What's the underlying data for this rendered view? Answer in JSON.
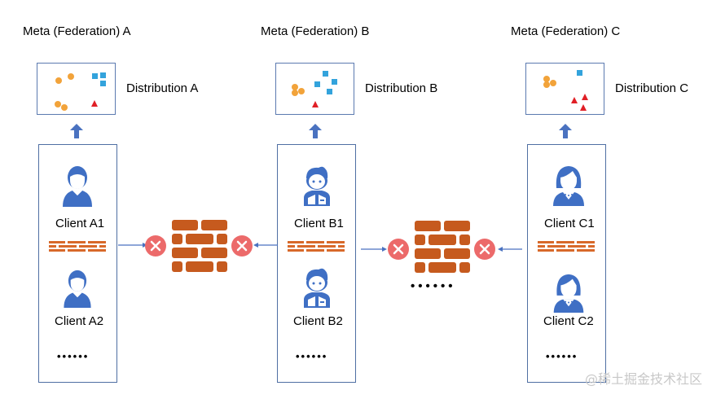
{
  "colors": {
    "box_border": "#4f6fa3",
    "arrow_blue": "#4a72c0",
    "person_blue": "#3f6fc4",
    "brick": "#c65a1e",
    "blocked_red": "#ec6a6a",
    "orange_dot": "#f2a33a",
    "blue_square": "#33a3dc",
    "red_triangle": "#e01f26"
  },
  "federations": [
    {
      "title": "Meta (Federation) A",
      "distribution_label": "Distribution A",
      "clients": [
        "Client A1",
        "Client A2"
      ],
      "more": "••••••",
      "avatar": "male-user-icon"
    },
    {
      "title": "Meta (Federation) B",
      "distribution_label": "Distribution B",
      "clients": [
        "Client B1",
        "Client B2"
      ],
      "more": "••••••",
      "avatar": "boy-user-icon"
    },
    {
      "title": "Meta (Federation) C",
      "distribution_label": "Distribution C",
      "clients": [
        "Client C1",
        "Client C2"
      ],
      "more": "••••••",
      "avatar": "female-user-icon"
    }
  ],
  "between_more": "••••••",
  "watermark": "@稀土掘金技术社区"
}
